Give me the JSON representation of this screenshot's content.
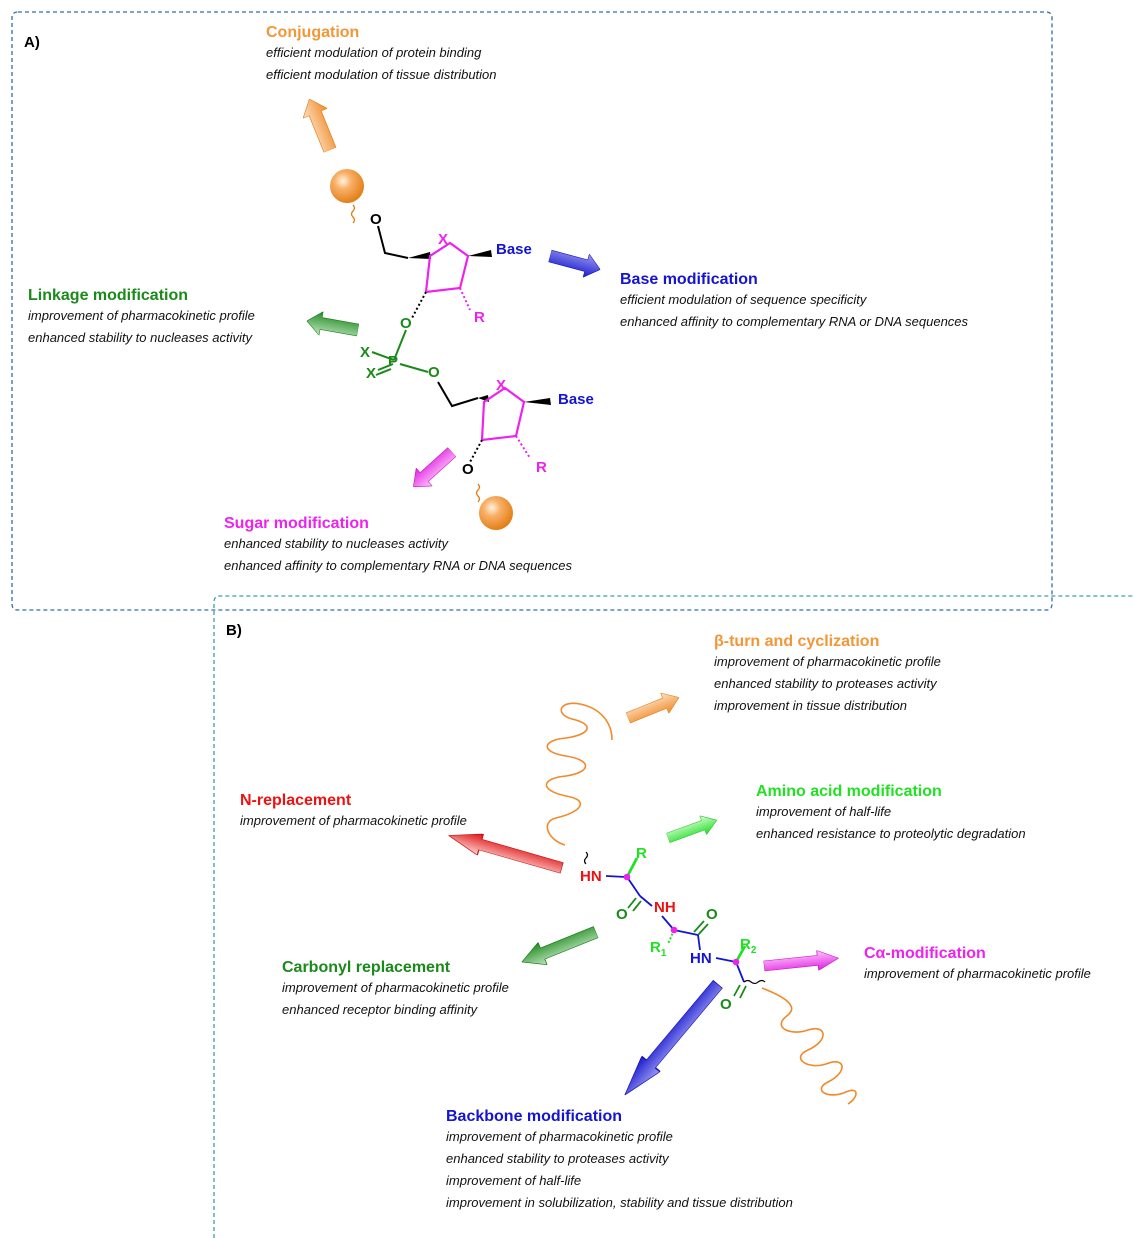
{
  "colors": {
    "orange": "#f39638",
    "blue": "#1414d2",
    "green": "#1a8a1a",
    "magenta": "#ee22ee",
    "bright_green": "#22e022",
    "red": "#ee1111",
    "panel_border": "#2c6fae",
    "panel_border_b": "#3aa2a8"
  },
  "panel_a": {
    "label": "A)",
    "conjugation": {
      "title": "Conjugation",
      "lines": [
        "efficient modulation of protein binding",
        "efficient modulation of tissue distribution"
      ]
    },
    "base": {
      "title": "Base modification",
      "lines": [
        "efficient modulation of sequence specificity",
        "enhanced affinity to complementary RNA or DNA sequences"
      ]
    },
    "linkage": {
      "title": "Linkage modification",
      "lines": [
        "improvement of pharmacokinetic profile",
        "enhanced stability to nucleases activity"
      ]
    },
    "sugar": {
      "title": "Sugar modification",
      "lines": [
        "enhanced stability to nucleases activity",
        "enhanced affinity to complementary RNA or DNA sequences"
      ]
    },
    "atoms": {
      "o_top": "O",
      "x_ring1": "X",
      "base1": "Base",
      "o_link1": "O",
      "r1": "R",
      "x1": "X",
      "p": "P",
      "x2": "X",
      "o_link2": "O",
      "x_ring2": "X",
      "base2": "Base",
      "o_bottom": "O",
      "r2": "R"
    }
  },
  "panel_b": {
    "label": "B)",
    "beta": {
      "title": "β-turn and cyclization",
      "lines": [
        "improvement of pharmacokinetic profile",
        "enhanced stability to proteases activity",
        "improvement in tissue distribution"
      ]
    },
    "nrep": {
      "title": "N-replacement",
      "lines": [
        "improvement of pharmacokinetic profile"
      ]
    },
    "amino": {
      "title": "Amino acid modification",
      "lines": [
        "improvement of half-life",
        "enhanced resistance to proteolytic degradation"
      ]
    },
    "carbonyl": {
      "title": "Carbonyl replacement",
      "lines": [
        "improvement of pharmacokinetic profile",
        "enhanced receptor binding affinity"
      ]
    },
    "calpha": {
      "title": "Cα-modification",
      "lines": [
        "improvement of pharmacokinetic profile"
      ]
    },
    "backbone": {
      "title": "Backbone modification",
      "lines": [
        "improvement of pharmacokinetic profile",
        "enhanced stability to proteases activity",
        "improvement of half-life",
        "improvement in solubilization, stability and tissue distribution"
      ]
    },
    "atoms": {
      "hn1": "HN",
      "r": "R",
      "o1": "O",
      "nh": "NH",
      "o2": "O",
      "r1_base": "R",
      "r1_sub": "1",
      "hn2": "HN",
      "r2_base": "R",
      "r2_sub": "2",
      "o3": "O"
    }
  }
}
